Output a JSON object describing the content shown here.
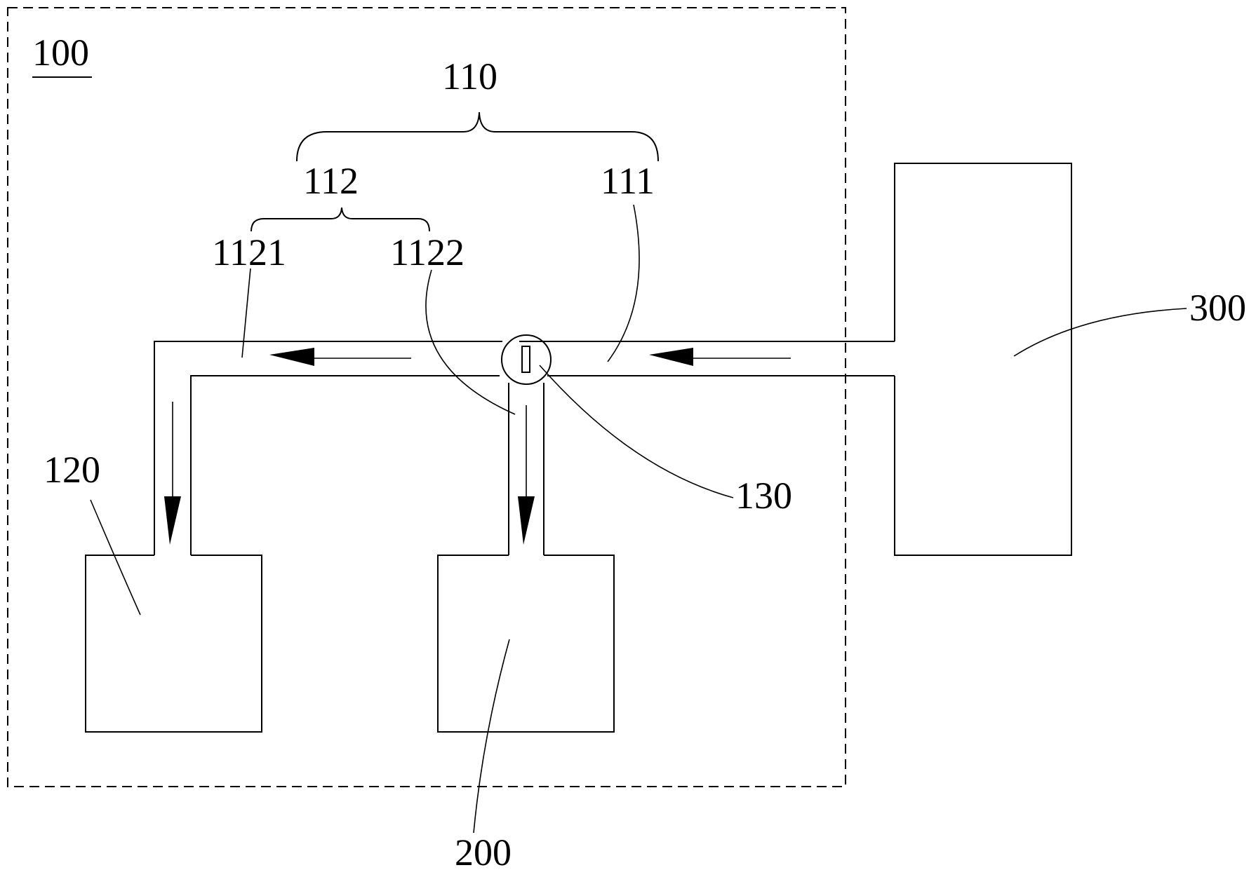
{
  "labels": {
    "system": "100",
    "pipeline": "110",
    "first_pipe": "111",
    "second_pipe": "112",
    "branch_a": "1121",
    "branch_b": "1122",
    "tank": "120",
    "valve": "130",
    "device": "200",
    "source": "300"
  },
  "colors": {
    "line": "#000000",
    "background": "#ffffff"
  }
}
